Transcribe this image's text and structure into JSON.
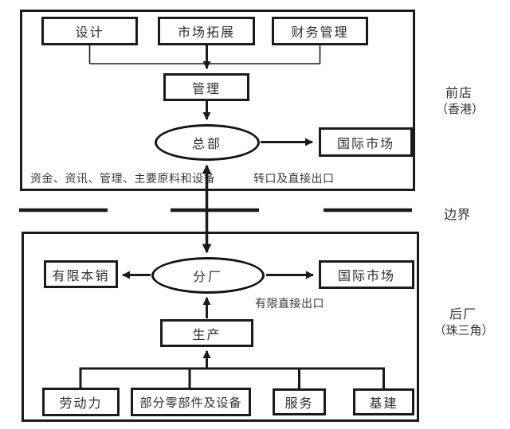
{
  "colors": {
    "ink": "#1b1b1b",
    "background": "#ffffff"
  },
  "top": {
    "design": "设计",
    "market_expansion": "市场拓展",
    "finance_management": "财务管理",
    "management": "管理",
    "headquarters": "总部",
    "intl_market": "国际市场",
    "inputs_note": "资金、资讯、管理、主要原料和设备",
    "transit_export_note": "转口及直接出口",
    "region_line1": "前店",
    "region_line2": "（香港）"
  },
  "boundary": {
    "label": "边界"
  },
  "bottom": {
    "branch_factory": "分厂",
    "limited_domestic_sales": "有限本销",
    "intl_market": "国际市场",
    "limited_export_note": "有限直接出口",
    "production": "生产",
    "labor": "劳动力",
    "parts_equipment": "部分零部件及设备",
    "services": "服务",
    "infrastructure": "基建",
    "region_line1": "后厂",
    "region_line2": "（珠三角）"
  }
}
